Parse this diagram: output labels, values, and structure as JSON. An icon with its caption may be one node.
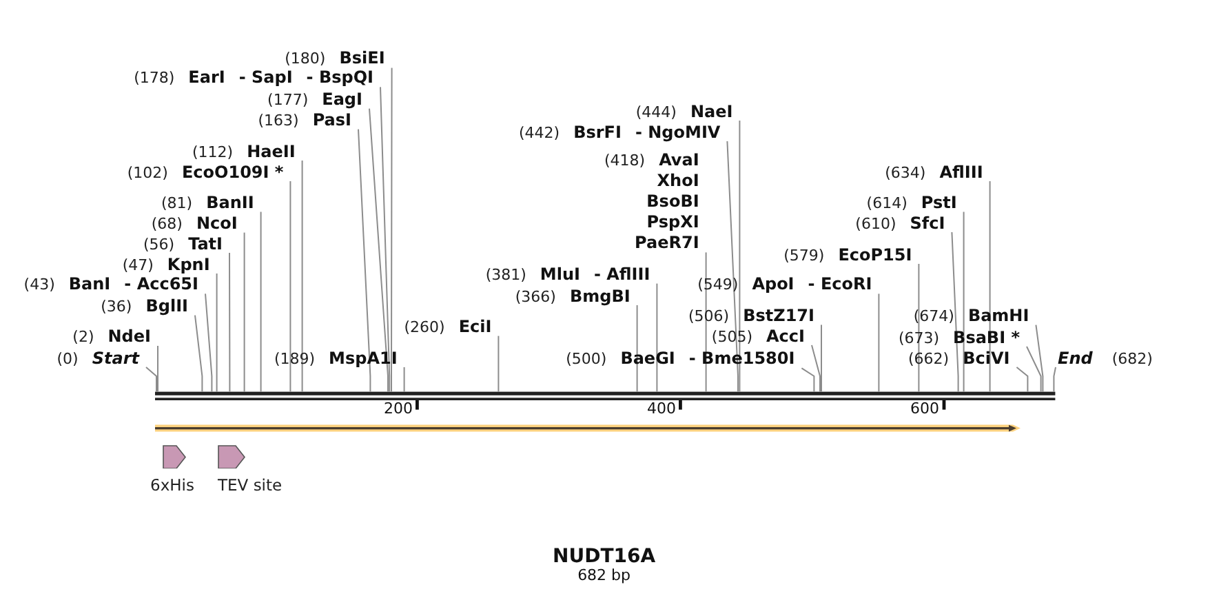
{
  "diagram": {
    "title": "NUDT16A",
    "caption": "682 bp",
    "nodes": [
      {
        "text": [
          "(0)",
          "Start"
        ]
      },
      {
        "text": [
          "(2)",
          "NdeI"
        ]
      },
      {
        "text": [
          "(36)",
          "BglII"
        ]
      },
      {
        "text": [
          "(43)",
          "BanI",
          "- Acc65I"
        ]
      },
      {
        "text": [
          "(47)",
          "KpnI"
        ]
      },
      {
        "text": [
          "(56)",
          "TatI"
        ]
      },
      {
        "text": [
          "(68)",
          "NcoI"
        ]
      },
      {
        "text": [
          "(81)",
          "BanII"
        ]
      },
      {
        "text": [
          "(102)",
          "EcoO109I *"
        ]
      },
      {
        "text": [
          "(112)",
          "HaeII"
        ]
      },
      {
        "text": [
          "(163)",
          "PasI"
        ]
      },
      {
        "text": [
          "(177)",
          "EagI"
        ]
      },
      {
        "text": [
          "(178)",
          "EarI",
          "- SapI",
          "- BspQI"
        ]
      },
      {
        "text": [
          "(180)",
          "BsiEI"
        ]
      },
      {
        "text": [
          "(189)",
          "MspA1I"
        ]
      },
      {
        "text": [
          "(260)",
          "EciI"
        ]
      },
      {
        "text": [
          "(366)",
          "BmgBI"
        ]
      },
      {
        "text": [
          "(381)",
          "MluI",
          "- AflIII"
        ]
      },
      {
        "text": [
          "(418)",
          "AvaI",
          "XhoI",
          "BsoBI",
          "PspXI",
          "PaeR7I"
        ]
      },
      {
        "text": [
          "(442)",
          "BsrFI",
          "- NgoMIV"
        ]
      },
      {
        "text": [
          "(444)",
          "NaeI"
        ]
      },
      {
        "text": [
          "(500)",
          "BaeGI",
          "- Bme1580I"
        ]
      },
      {
        "text": [
          "(505)",
          "AccI"
        ]
      },
      {
        "text": [
          "(506)",
          "BstZ17I"
        ]
      },
      {
        "text": [
          "(549)",
          "ApoI",
          "- EcoRI"
        ]
      },
      {
        "text": [
          "(579)",
          "EcoP15I"
        ]
      },
      {
        "text": [
          "(610)",
          "SfcI"
        ]
      },
      {
        "text": [
          "(614)",
          "PstI"
        ]
      },
      {
        "text": [
          "(634)",
          "AflIII"
        ]
      },
      {
        "text": [
          "(662)",
          "BciVI"
        ]
      },
      {
        "text": [
          "(673)",
          "BsaBI *"
        ]
      },
      {
        "text": [
          "(674)",
          "BamHI"
        ]
      },
      {
        "text": [
          "End",
          "(682)"
        ]
      },
      {
        "text": [],
        "shape": "bar"
      },
      {
        "text": [
          "6xHis"
        ]
      },
      {
        "text": [
          "TEV site"
        ]
      }
    ],
    "edges": [
      {
        "from": 0,
        "to": 33,
        "arrow": "none"
      },
      {
        "from": 1,
        "to": 33,
        "arrow": "none"
      },
      {
        "from": 2,
        "to": 33,
        "arrow": "none"
      },
      {
        "from": 3,
        "to": 33,
        "arrow": "none"
      },
      {
        "from": 4,
        "to": 33,
        "arrow": "none"
      },
      {
        "from": 5,
        "to": 33,
        "arrow": "none"
      },
      {
        "from": 6,
        "to": 33,
        "arrow": "none"
      },
      {
        "from": 7,
        "to": 33,
        "arrow": "none"
      },
      {
        "from": 8,
        "to": 33,
        "arrow": "none"
      },
      {
        "from": 9,
        "to": 33,
        "arrow": "none"
      },
      {
        "from": 10,
        "to": 33,
        "arrow": "none"
      },
      {
        "from": 11,
        "to": 33,
        "arrow": "none"
      },
      {
        "from": 12,
        "to": 33,
        "arrow": "none"
      },
      {
        "from": 13,
        "to": 33,
        "arrow": "none"
      },
      {
        "from": 14,
        "to": 33,
        "arrow": "none"
      },
      {
        "from": 15,
        "to": 33,
        "arrow": "none"
      },
      {
        "from": 16,
        "to": 33,
        "arrow": "none"
      },
      {
        "from": 17,
        "to": 33,
        "arrow": "none"
      },
      {
        "from": 18,
        "to": 33,
        "arrow": "none"
      },
      {
        "from": 19,
        "to": 33,
        "arrow": "none"
      },
      {
        "from": 20,
        "to": 33,
        "arrow": "none"
      },
      {
        "from": 21,
        "to": 33,
        "arrow": "none"
      },
      {
        "from": 22,
        "to": 33,
        "arrow": "none"
      },
      {
        "from": 23,
        "to": 33,
        "arrow": "none"
      },
      {
        "from": 24,
        "to": 33,
        "arrow": "none"
      },
      {
        "from": 25,
        "to": 33,
        "arrow": "none"
      },
      {
        "from": 26,
        "to": 33,
        "arrow": "none"
      },
      {
        "from": 27,
        "to": 33,
        "arrow": "none"
      },
      {
        "from": 28,
        "to": 33,
        "arrow": "none"
      },
      {
        "from": 29,
        "to": 33,
        "arrow": "none"
      },
      {
        "from": 30,
        "to": 33,
        "arrow": "none"
      },
      {
        "from": 31,
        "to": 33,
        "arrow": "none"
      },
      {
        "from": 32,
        "to": 33,
        "arrow": "none"
      }
    ],
    "labels": [
      "200",
      "400",
      "600"
    ]
  }
}
